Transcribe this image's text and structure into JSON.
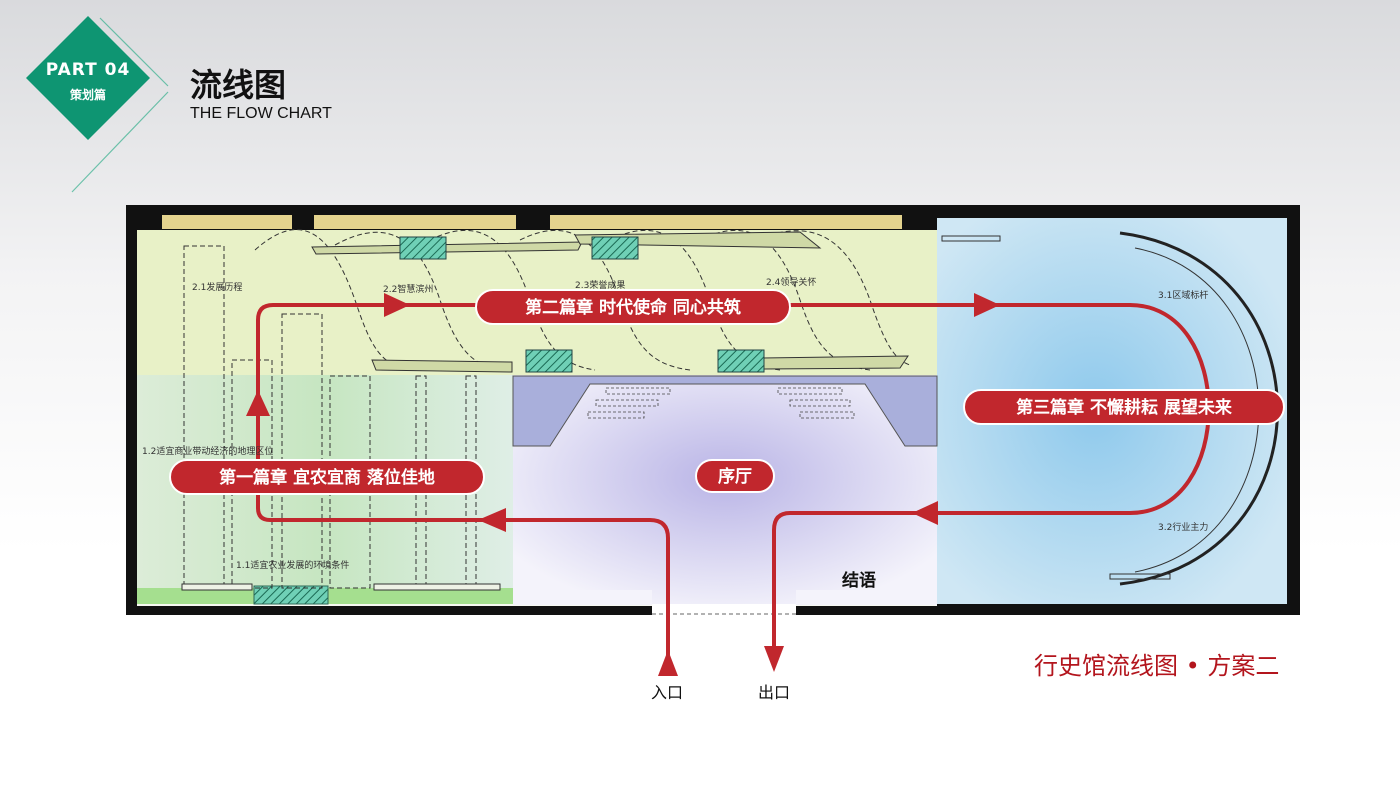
{
  "header": {
    "part_label": "PART 04",
    "part_sub": "策划篇",
    "title": "流线图",
    "subtitle": "THE FLOW CHART"
  },
  "chapters": {
    "ch1": "第一篇章  宜农宜商  落位佳地",
    "ch2": "第二篇章  时代使命  同心共筑",
    "ch3": "第三篇章  不懈耕耘  展望未来",
    "lobby": "序厅"
  },
  "zones": {
    "z11": "1.1适宜农业发展的环境条件",
    "z12": "1.2适宜商业带动经济的地理区位",
    "z21": "2.1发展历程",
    "z22": "2.2智慧滨州",
    "z23": "2.3荣誉成果",
    "z24": "2.4领导关怀",
    "z31": "3.1区域标杆",
    "z32": "3.2行业主力",
    "ending": "结语"
  },
  "labels": {
    "entrance": "入口",
    "exit": "出口"
  },
  "caption": "行史馆流线图 • 方案二",
  "colors": {
    "accent_green": "#0e9572",
    "flow_red": "#c1272d",
    "caption_red": "#b3151d"
  }
}
